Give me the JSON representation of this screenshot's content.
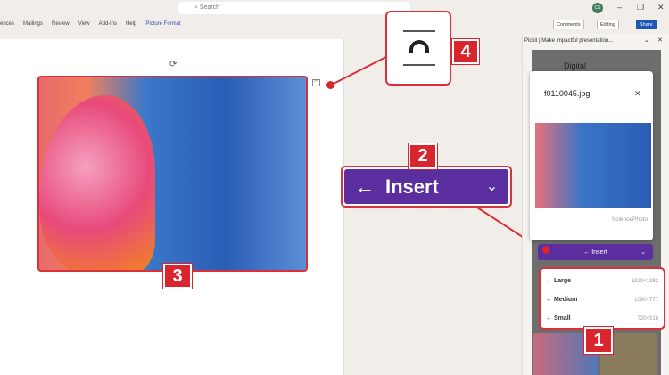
{
  "titlebar": {
    "search_placeholder": "Search",
    "avatar": "CS",
    "minimize": "–",
    "restore": "❐",
    "close": "✕"
  },
  "ribbon": {
    "tabs": [
      "ences",
      "Mailings",
      "Review",
      "View",
      "Add-ins",
      "Help",
      "Picture Format"
    ],
    "comments": "Comments",
    "editing": "Editing",
    "share": "Share"
  },
  "pane": {
    "title": "Pickit | Make impactful presentation...",
    "bg_label": "Digital",
    "file_name": "f0110045.jpg",
    "source": "SciencePhoto",
    "insert": "Insert",
    "sizes": [
      {
        "label": "Large",
        "dims": "1920×1382"
      },
      {
        "label": "Medium",
        "dims": "1080×777"
      },
      {
        "label": "Small",
        "dims": "720×518"
      }
    ]
  },
  "callouts": {
    "zoomed_insert": "Insert",
    "n1": "1",
    "n2": "2",
    "n3": "3",
    "n4": "4"
  },
  "colors": {
    "accent": "#5a2e9e",
    "callout": "#d9262e"
  }
}
